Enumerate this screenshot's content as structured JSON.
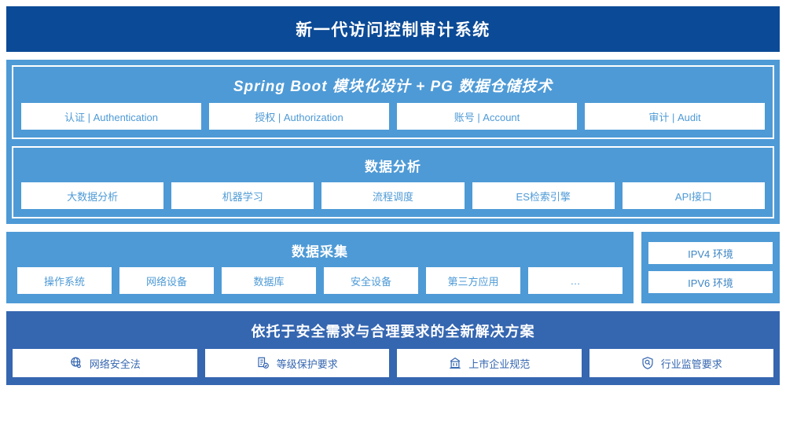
{
  "header": {
    "title": "新一代访问控制审计系统"
  },
  "architecture": {
    "platform": {
      "title": "Spring Boot 模块化设计 + PG 数据仓储技术",
      "cards": [
        {
          "label": "认证 | Authentication"
        },
        {
          "label": "授权 | Authorization"
        },
        {
          "label": "账号 | Account"
        },
        {
          "label": "审计 | Audit"
        }
      ]
    },
    "analysis": {
      "title": "数据分析",
      "cards": [
        {
          "label": "大数据分析"
        },
        {
          "label": "机器学习"
        },
        {
          "label": "流程调度"
        },
        {
          "label": "ES检索引擎"
        },
        {
          "label": "API接口"
        }
      ]
    }
  },
  "collection": {
    "title": "数据采集",
    "cards": [
      {
        "label": "操作系统"
      },
      {
        "label": "网络设备"
      },
      {
        "label": "数据库"
      },
      {
        "label": "安全设备"
      },
      {
        "label": "第三方应用"
      },
      {
        "label": "…"
      }
    ]
  },
  "environments": {
    "items": [
      {
        "label": "IPV4 环境"
      },
      {
        "label": "IPV6 环境"
      }
    ]
  },
  "compliance": {
    "title": "依托于安全需求与合理要求的全新解决方案",
    "cards": [
      {
        "label": "网络安全法",
        "icon": "globe-network-icon"
      },
      {
        "label": "等级保护要求",
        "icon": "document-check-icon"
      },
      {
        "label": "上市企业规范",
        "icon": "bank-building-icon"
      },
      {
        "label": "行业监管要求",
        "icon": "shield-search-icon"
      }
    ]
  },
  "colors": {
    "header_navy": "#0b4a96",
    "panel_blue": "#4e9ad6",
    "footer_blue": "#3566b0",
    "card_white": "#ffffff"
  }
}
